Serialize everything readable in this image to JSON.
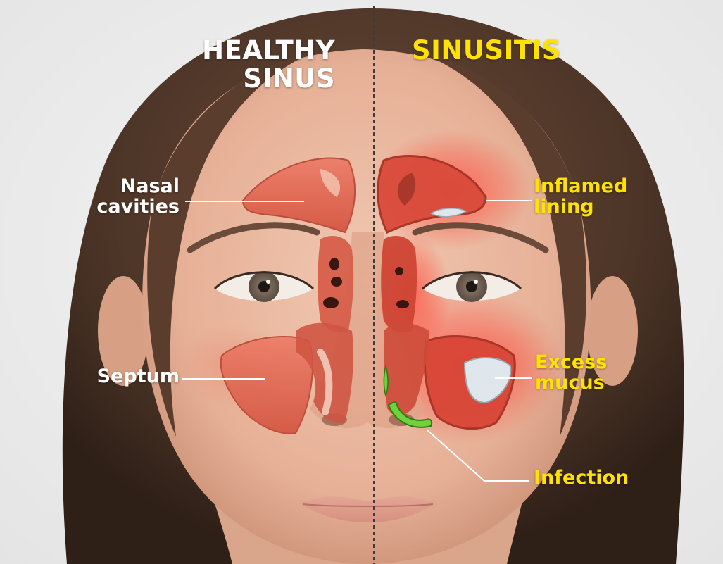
{
  "headings": {
    "healthy": {
      "line1": "HEALTHY",
      "line2": "SINUS"
    },
    "sinusitis": {
      "line1": "SINUSITIS"
    }
  },
  "labels": {
    "nasal_cavities": {
      "line1": "Nasal",
      "line2": "cavities"
    },
    "septum": {
      "line1": "Septum"
    },
    "inflamed_lining": {
      "line1": "Inflamed",
      "line2": "lining"
    },
    "excess_mucus": {
      "line1": "Excess",
      "line2": "mucus"
    },
    "infection": {
      "line1": "Infection"
    }
  },
  "colors": {
    "healthy_text": "#ffffff",
    "sinusitis_text": "#ffe200",
    "sinus_tissue": "#e0624f",
    "inflammation_glow": "#ff4a3d",
    "infection": "#6fd23c",
    "mucus": "#dfe6ec",
    "hair": "#4a3326",
    "skin": "#e8b79f"
  }
}
